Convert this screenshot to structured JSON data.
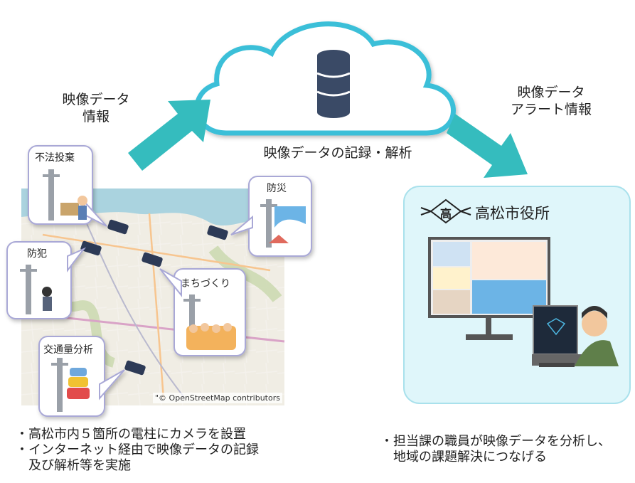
{
  "cloud": {
    "label": "映像データの記録・解析"
  },
  "left_arrow": {
    "label_line1": "映像データ",
    "label_line2": "情報"
  },
  "right_arrow": {
    "label_line1": "映像データ",
    "label_line2": "アラート情報"
  },
  "callouts": {
    "dumping": "不法投棄",
    "disaster": "防災",
    "crime": "防犯",
    "town": "まちづくり",
    "traffic": "交通量分析"
  },
  "map": {
    "attribution": "\"© OpenStreetMap contributors"
  },
  "city_hall": {
    "label": "高松市役所",
    "emblem_char": "高"
  },
  "bullets_left": [
    "・高松市内５箇所の電柱にカメラを設置",
    "・インターネット経由で映像データの記録",
    "　及び解析等を実施"
  ],
  "bullets_right": [
    "・担当課の職員が映像データを分析し、",
    "　地域の課題解決につなげる"
  ],
  "colors": {
    "cloud_stroke": "#3bbfd8",
    "arrow": "#35bcbe",
    "db": "#3a4a66",
    "office_bg": "#dff6fa",
    "office_border": "#a9e1ec",
    "bubble_border": "#a9a8d6"
  }
}
